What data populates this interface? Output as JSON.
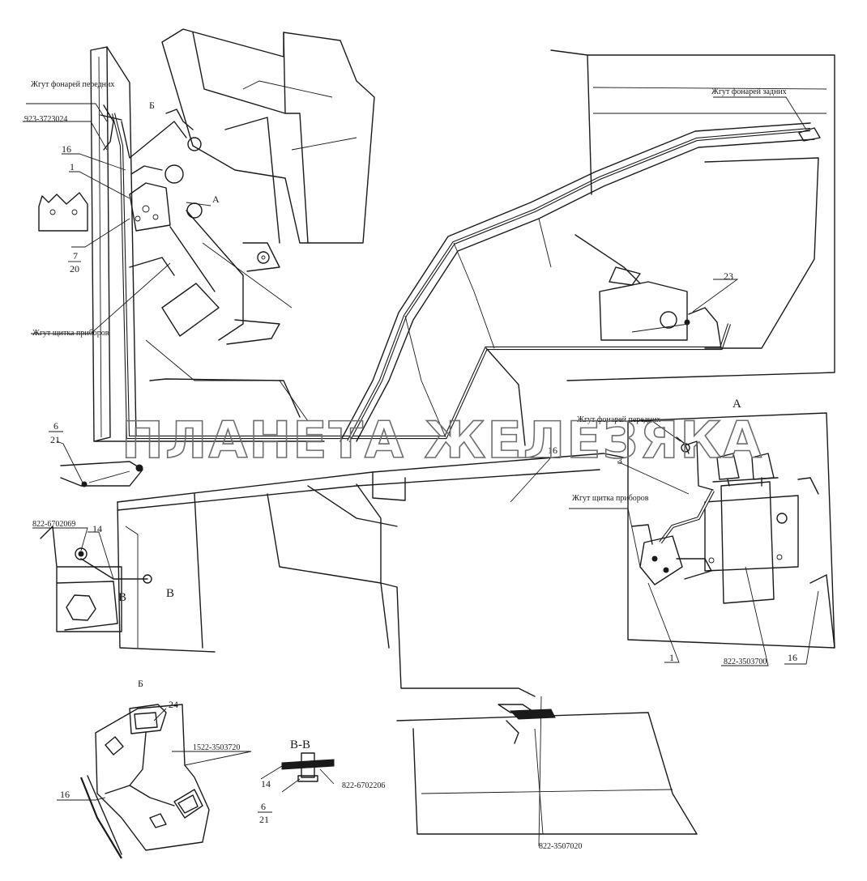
{
  "watermark": "ПЛАНЕТА ЖЕЛЕЗЯКА",
  "views": {
    "a": "А",
    "b": "Б",
    "b_section": "В-В",
    "b_marker": "Б",
    "a_marker": "А",
    "v_marker_1": "В",
    "v_marker_2": "В"
  },
  "labels": {
    "front_lamps_harness": "Жгут фонарей передних",
    "rear_lamps_harness": "Жгут фонарей задних",
    "dashboard_harness": "Жгут щитка приборов",
    "detail_front_lamps_harness": "Жгут фонарей передних",
    "detail_dashboard_harness": "Жгут щитка приборов"
  },
  "parts": {
    "p923_3723024": "923-3723024",
    "p822_6702069": "822-6702069",
    "p822_3503700": "822-3503700",
    "p1522_3503720": "1522-3503720",
    "p822_6702206": "822-6702206",
    "p822_3507020": "822-3507020"
  },
  "callouts": {
    "c16_top": "16",
    "c1_top": "1",
    "c7": "7",
    "c20": "20",
    "c6": "6",
    "c21": "21",
    "c14": "14",
    "c23": "23",
    "c16_mid": "16",
    "c3": "3",
    "c1_detail": "1",
    "c16_detail": "16",
    "c24": "24",
    "c16_b": "16",
    "c14_vv": "14",
    "c6_vv": "6",
    "c21_vv": "21"
  }
}
